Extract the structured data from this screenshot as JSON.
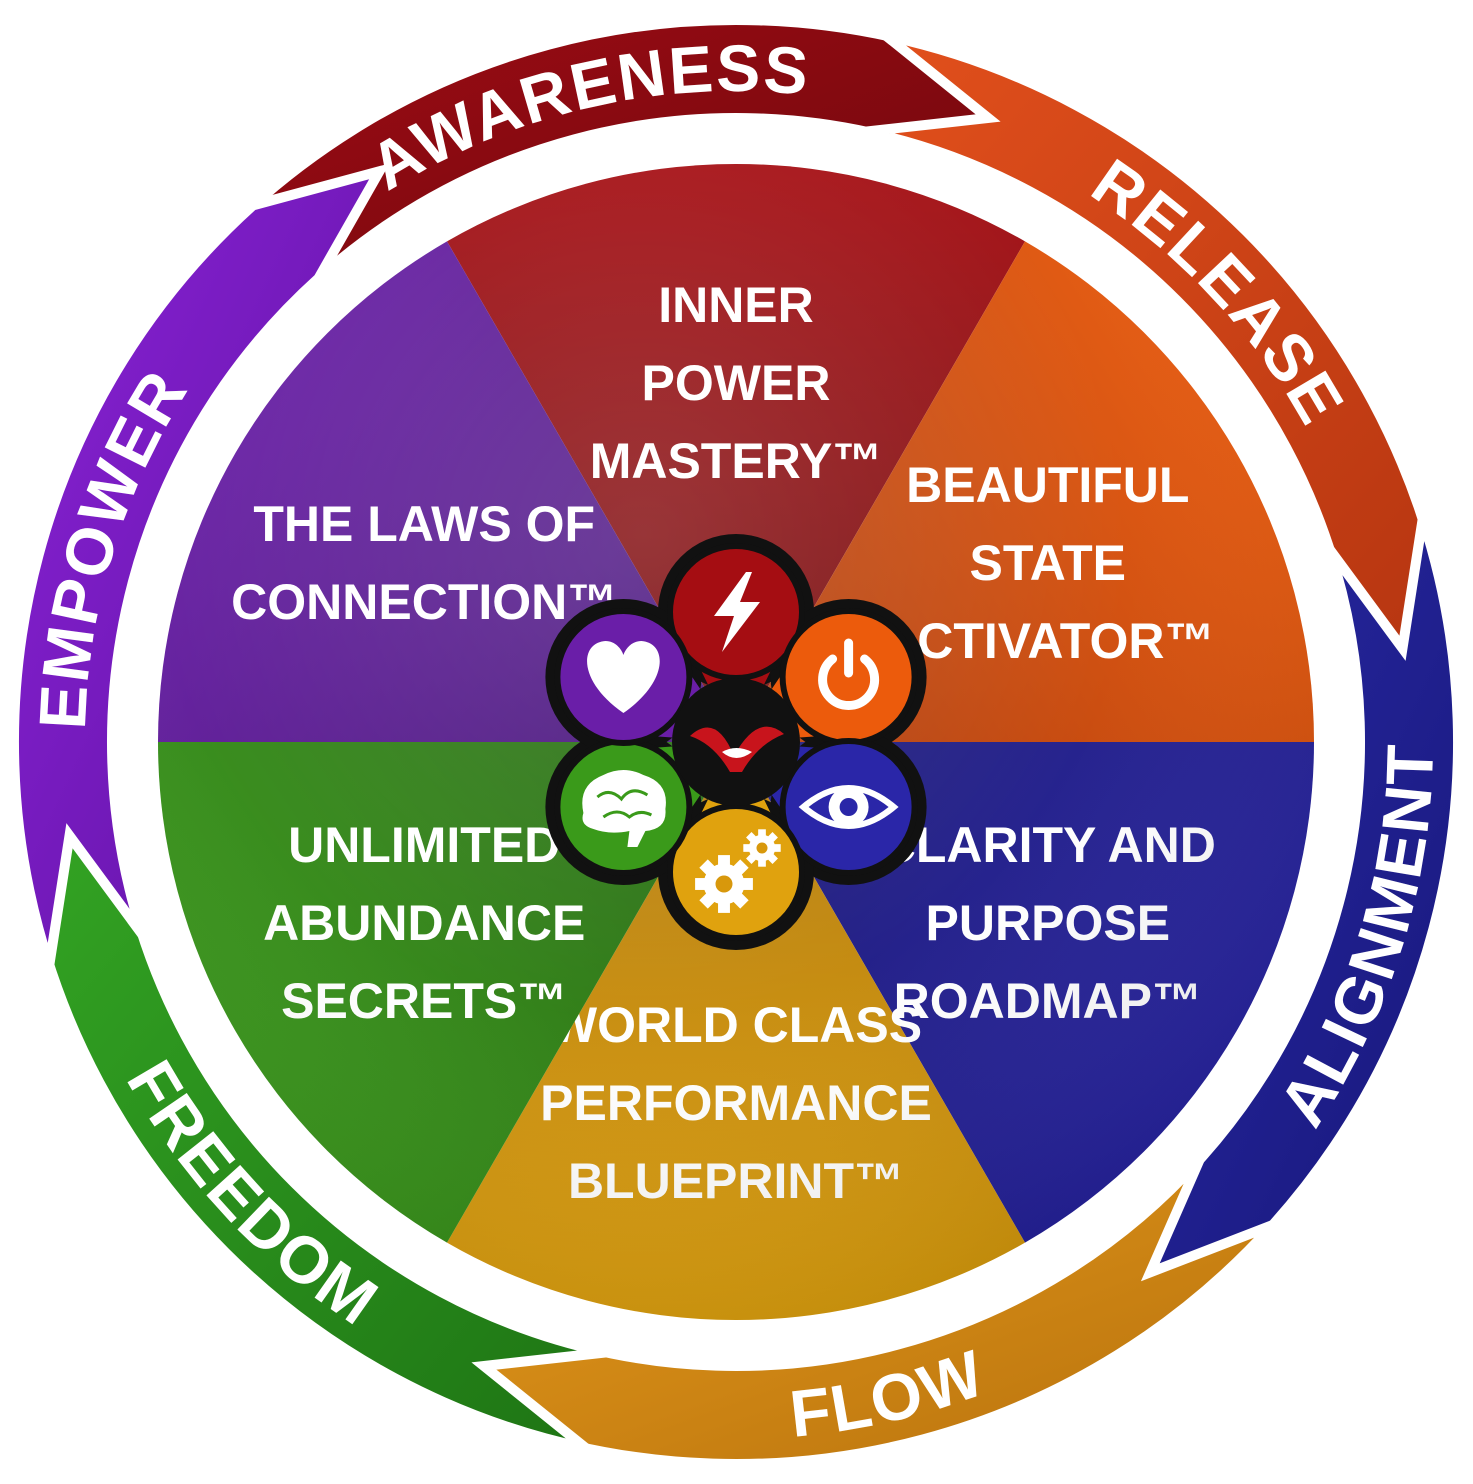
{
  "ring": [
    {
      "label": "AWARENESS",
      "color": "#9e0c14",
      "dark": "#6a070c"
    },
    {
      "label": "RELEASE",
      "color": "#e2501c",
      "dark": "#b43410"
    },
    {
      "label": "ALIGNMENT",
      "color": "#2a2aa6",
      "dark": "#17177a"
    },
    {
      "label": "FLOW",
      "color": "#e59a1c",
      "dark": "#b8720d"
    },
    {
      "label": "FREEDOM",
      "color": "#34a624",
      "dark": "#1e7414"
    },
    {
      "label": "EMPOWER",
      "color": "#8a22d6",
      "dark": "#5d12a0"
    }
  ],
  "segments": [
    {
      "lines": [
        "INNER",
        "POWER",
        "MASTERY™"
      ],
      "color": "#a50d12",
      "dark": "#6e0709",
      "icon": "lightning-icon"
    },
    {
      "lines": [
        "BEAUTIFUL",
        "STATE",
        "ACTIVATOR™"
      ],
      "color": "#ec5b0c",
      "dark": "#b43a04",
      "icon": "power-icon"
    },
    {
      "lines": [
        "CLARITY AND",
        "PURPOSE",
        "ROADMAP™"
      ],
      "color": "#2a26a8",
      "dark": "#17147a",
      "icon": "eye-icon"
    },
    {
      "lines": [
        "WORLD CLASS",
        "PERFORMANCE",
        "BLUEPRINT™"
      ],
      "color": "#e0a20e",
      "dark": "#b07604",
      "icon": "gears-icon"
    },
    {
      "lines": [
        "UNLIMITED",
        "ABUNDANCE",
        "SECRETS™"
      ],
      "color": "#3a9a1a",
      "dark": "#236c0c",
      "icon": "brain-icon"
    },
    {
      "lines": [
        "THE LAWS OF",
        "CONNECTION™"
      ],
      "color": "#6a1ea8",
      "dark": "#45107a",
      "icon": "heart-icon"
    }
  ],
  "center_icon": "bird-logo-icon"
}
